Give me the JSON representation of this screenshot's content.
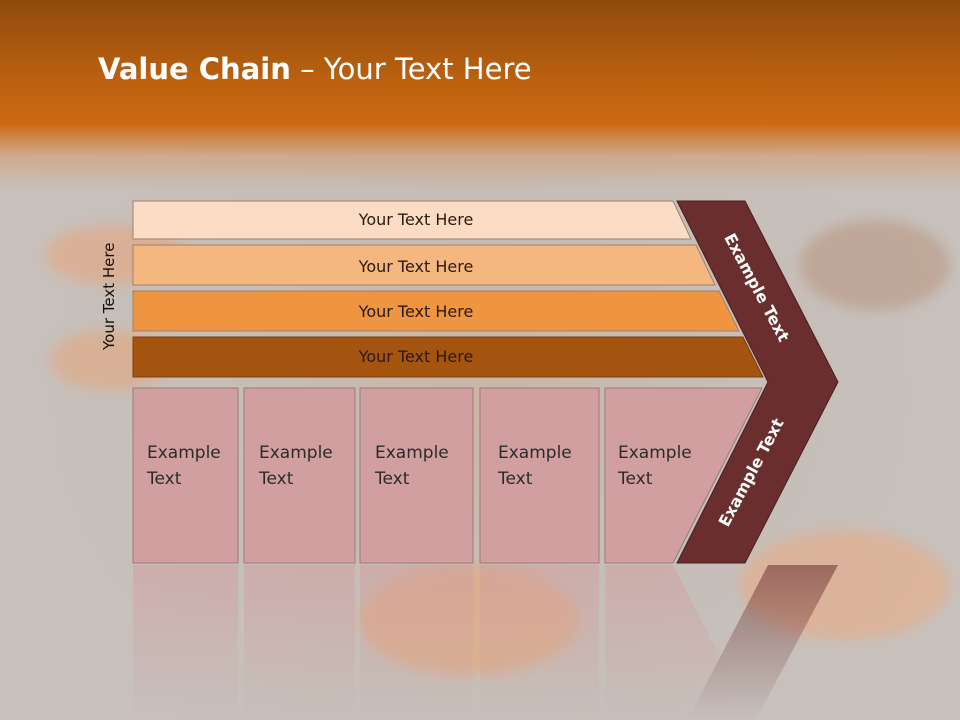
{
  "title": {
    "bold": "Value Chain",
    "rest": " – Your Text Here"
  },
  "side_label": "Your Text Here",
  "bands": [
    {
      "label": "Your Text Here",
      "color": "#fbdcc4"
    },
    {
      "label": "Your Text Here",
      "color": "#f5b780"
    },
    {
      "label": "Your Text Here",
      "color": "#ef9440"
    },
    {
      "label": "Your Text Here",
      "color": "#a5540f"
    }
  ],
  "cells": [
    {
      "line1": "Example",
      "line2": "Text"
    },
    {
      "line1": "Example",
      "line2": "Text"
    },
    {
      "line1": "Example",
      "line2": "Text"
    },
    {
      "line1": "Example",
      "line2": "Text"
    },
    {
      "line1": "Example",
      "line2": "Text"
    }
  ],
  "chevron": {
    "upper": "Example Text",
    "lower": "Example Text",
    "color": "#6a2e2e"
  },
  "cell_color": "#d19fa0"
}
